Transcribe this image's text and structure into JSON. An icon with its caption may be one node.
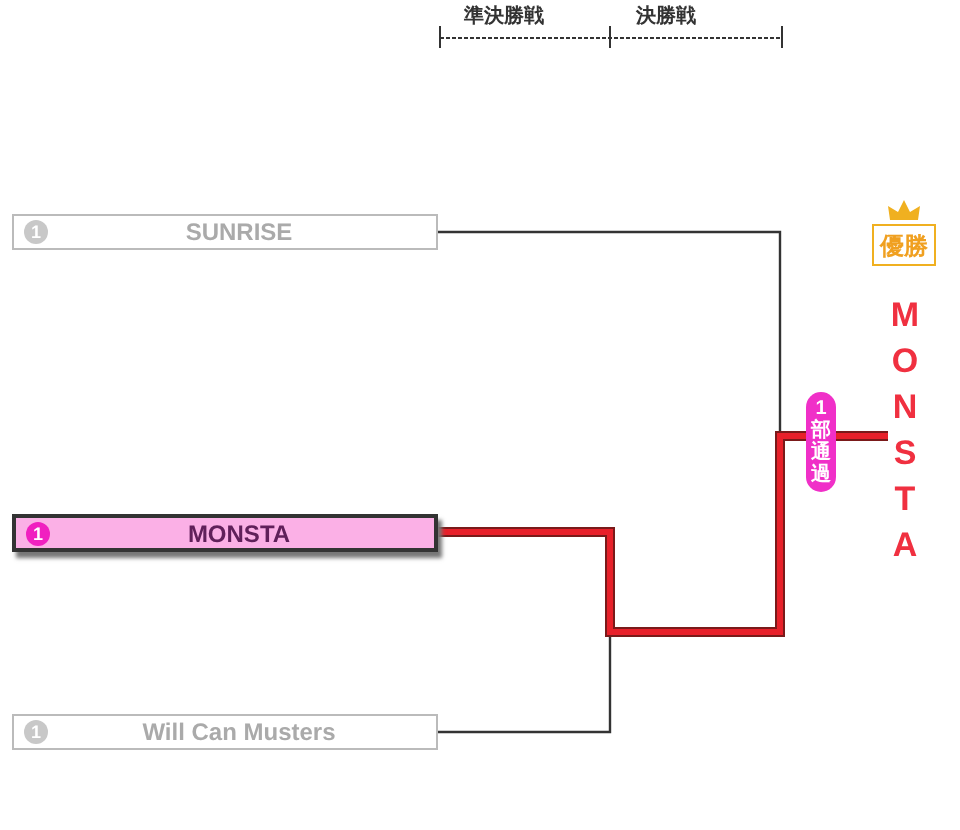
{
  "diagram": {
    "nodes": [
      {
        "text": [
          "1",
          "SUNRISE"
        ]
      },
      {
        "text": [
          "1",
          "MONSTA"
        ]
      },
      {
        "text": [
          "1",
          "Will Can Musters"
        ]
      },
      {
        "text": [
          "優勝"
        ]
      },
      {
        "text": [
          "MONSTA"
        ]
      }
    ],
    "edges": [
      {
        "from": 0,
        "to": 4,
        "arrow": "none"
      },
      {
        "from": 2,
        "to": 4,
        "arrow": "none"
      },
      {
        "from": 1,
        "to": 4,
        "arrow": "none",
        "style": "thick",
        "color": "#e8202a",
        "label": "1部通過"
      }
    ],
    "labels": [
      "準決勝戦",
      "決勝戦"
    ]
  }
}
